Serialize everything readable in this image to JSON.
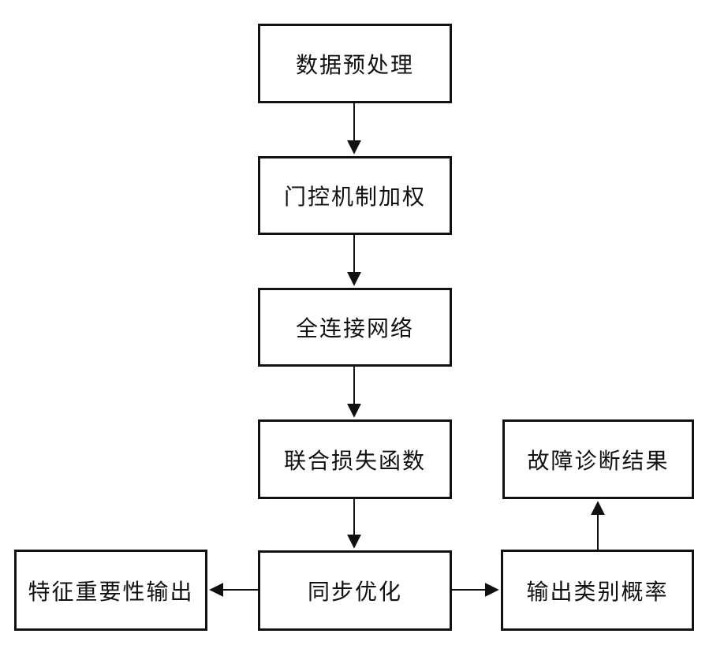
{
  "diagram": {
    "type": "flowchart",
    "nodes": [
      {
        "id": "data-preprocessing",
        "label": "数据预处理"
      },
      {
        "id": "gating-mechanism-weighting",
        "label": "门控机制加权"
      },
      {
        "id": "fully-connected-network",
        "label": "全连接网络"
      },
      {
        "id": "joint-loss-function",
        "label": "联合损失函数"
      },
      {
        "id": "synchronous-optimization",
        "label": "同步优化"
      },
      {
        "id": "feature-importance-output",
        "label": "特征重要性输出"
      },
      {
        "id": "output-class-probability",
        "label": "输出类别概率"
      },
      {
        "id": "fault-diagnosis-result",
        "label": "故障诊断结果"
      }
    ],
    "edges": [
      {
        "from": "data-preprocessing",
        "to": "gating-mechanism-weighting",
        "direction": "down"
      },
      {
        "from": "gating-mechanism-weighting",
        "to": "fully-connected-network",
        "direction": "down"
      },
      {
        "from": "fully-connected-network",
        "to": "joint-loss-function",
        "direction": "down"
      },
      {
        "from": "joint-loss-function",
        "to": "synchronous-optimization",
        "direction": "down"
      },
      {
        "from": "synchronous-optimization",
        "to": "feature-importance-output",
        "direction": "left"
      },
      {
        "from": "synchronous-optimization",
        "to": "output-class-probability",
        "direction": "right"
      },
      {
        "from": "output-class-probability",
        "to": "fault-diagnosis-result",
        "direction": "up"
      }
    ],
    "colors": {
      "box_border": "#111111",
      "box_fill": "#ffffff",
      "text": "#111111",
      "arrow": "#111111",
      "background": "#ffffff"
    }
  }
}
